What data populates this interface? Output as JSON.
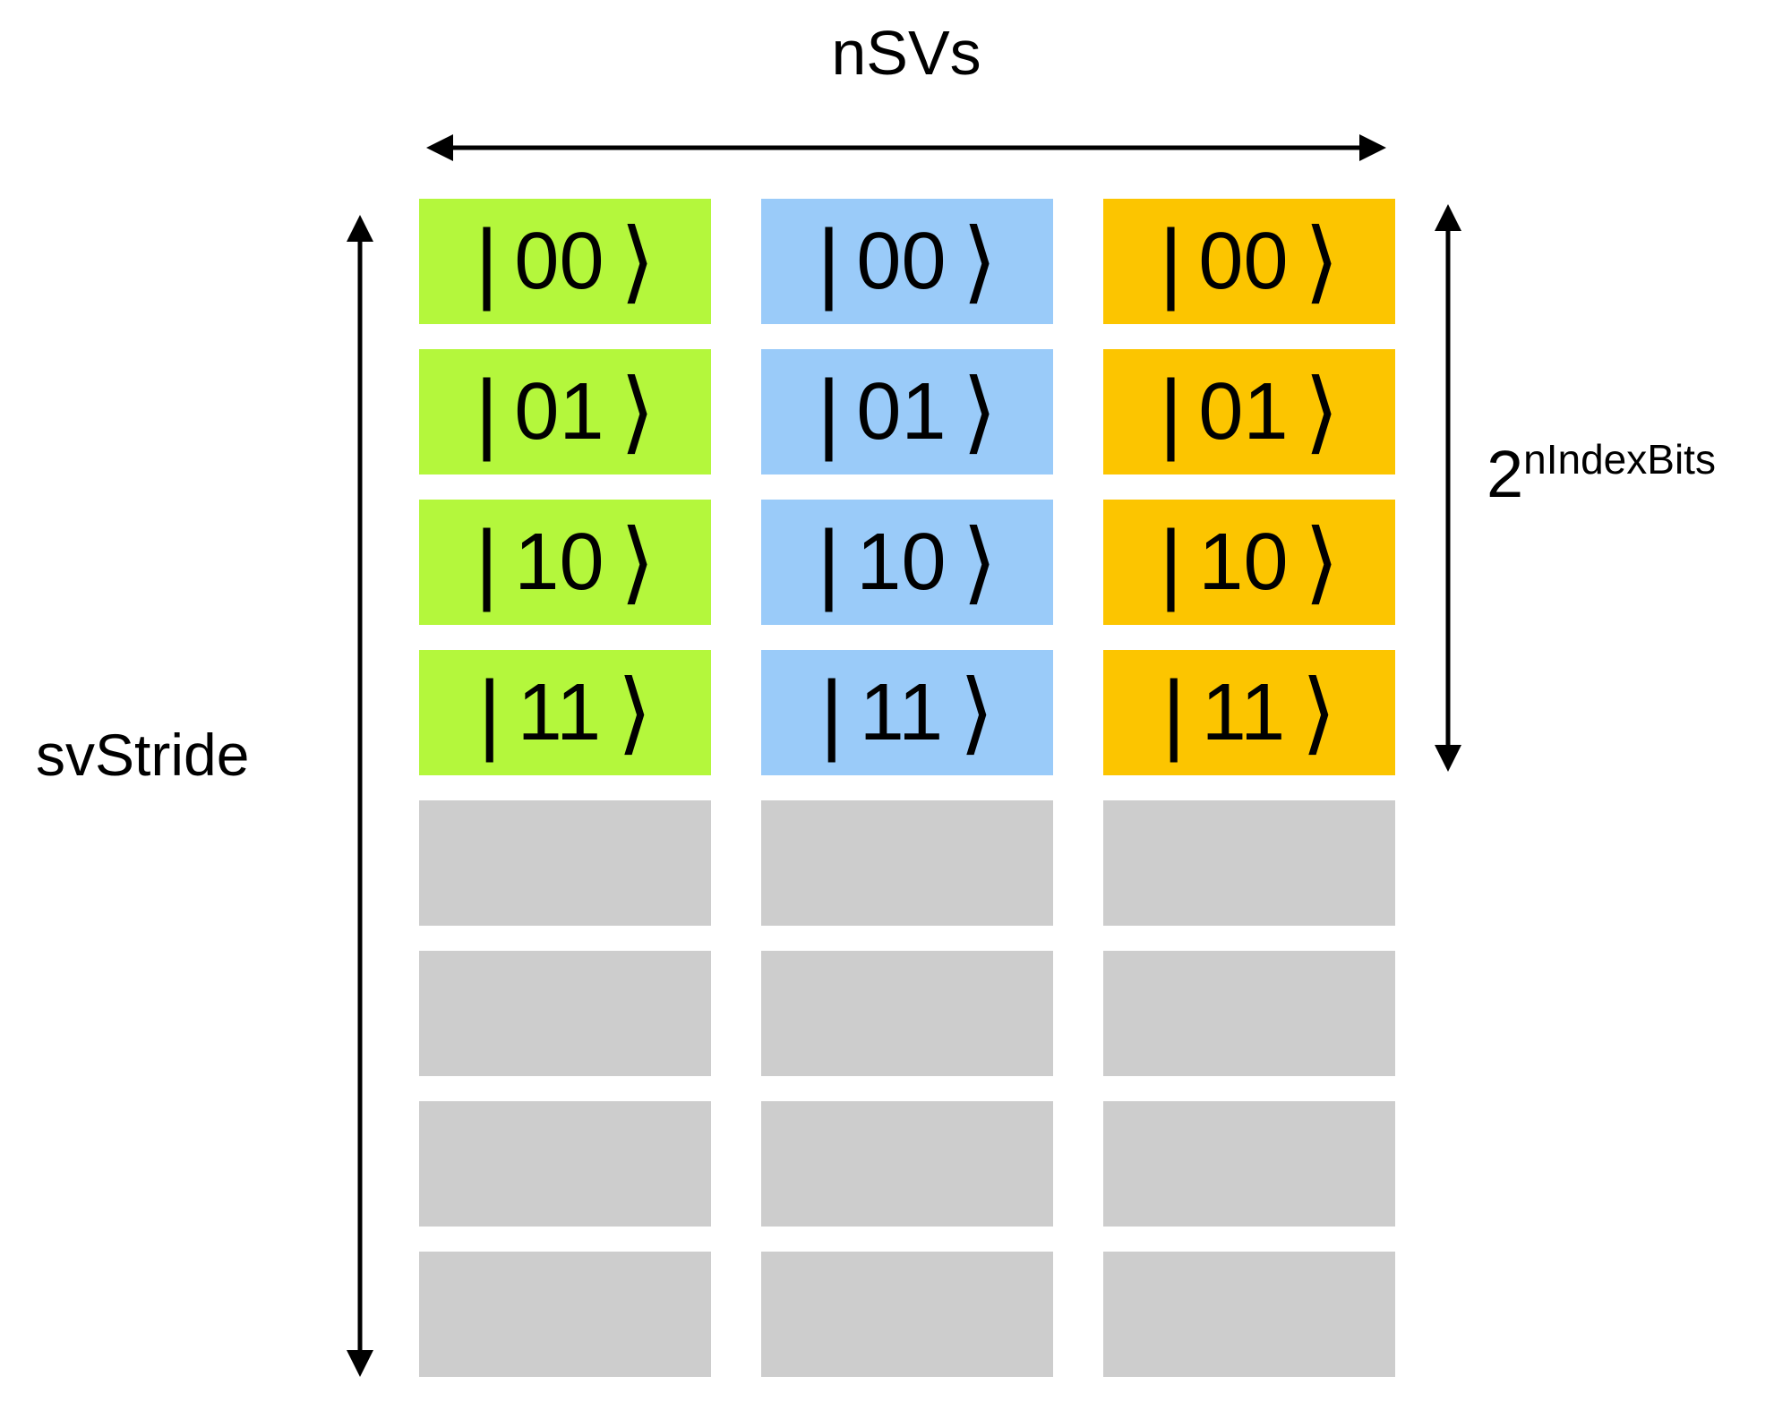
{
  "figure": {
    "title": "nSVs",
    "stride_label": "svStride",
    "height_label": {
      "base": "2",
      "superscript": "nIndexBits"
    }
  },
  "ket": {
    "bar": "|",
    "bracket": "⟩"
  },
  "colors": {
    "green": "#b4f73c",
    "blue": "#9acbf9",
    "orange": "#fcc500",
    "gray": "#cdcdcd",
    "arrow": "#000000"
  },
  "columns": [
    {
      "id": "state-vector-0",
      "color_key": "green",
      "kets": [
        "00",
        "01",
        "10",
        "11"
      ],
      "empty_cells": 4
    },
    {
      "id": "state-vector-1",
      "color_key": "blue",
      "kets": [
        "00",
        "01",
        "10",
        "11"
      ],
      "empty_cells": 4
    },
    {
      "id": "state-vector-2",
      "color_key": "orange",
      "kets": [
        "00",
        "01",
        "10",
        "11"
      ],
      "empty_cells": 4
    }
  ]
}
